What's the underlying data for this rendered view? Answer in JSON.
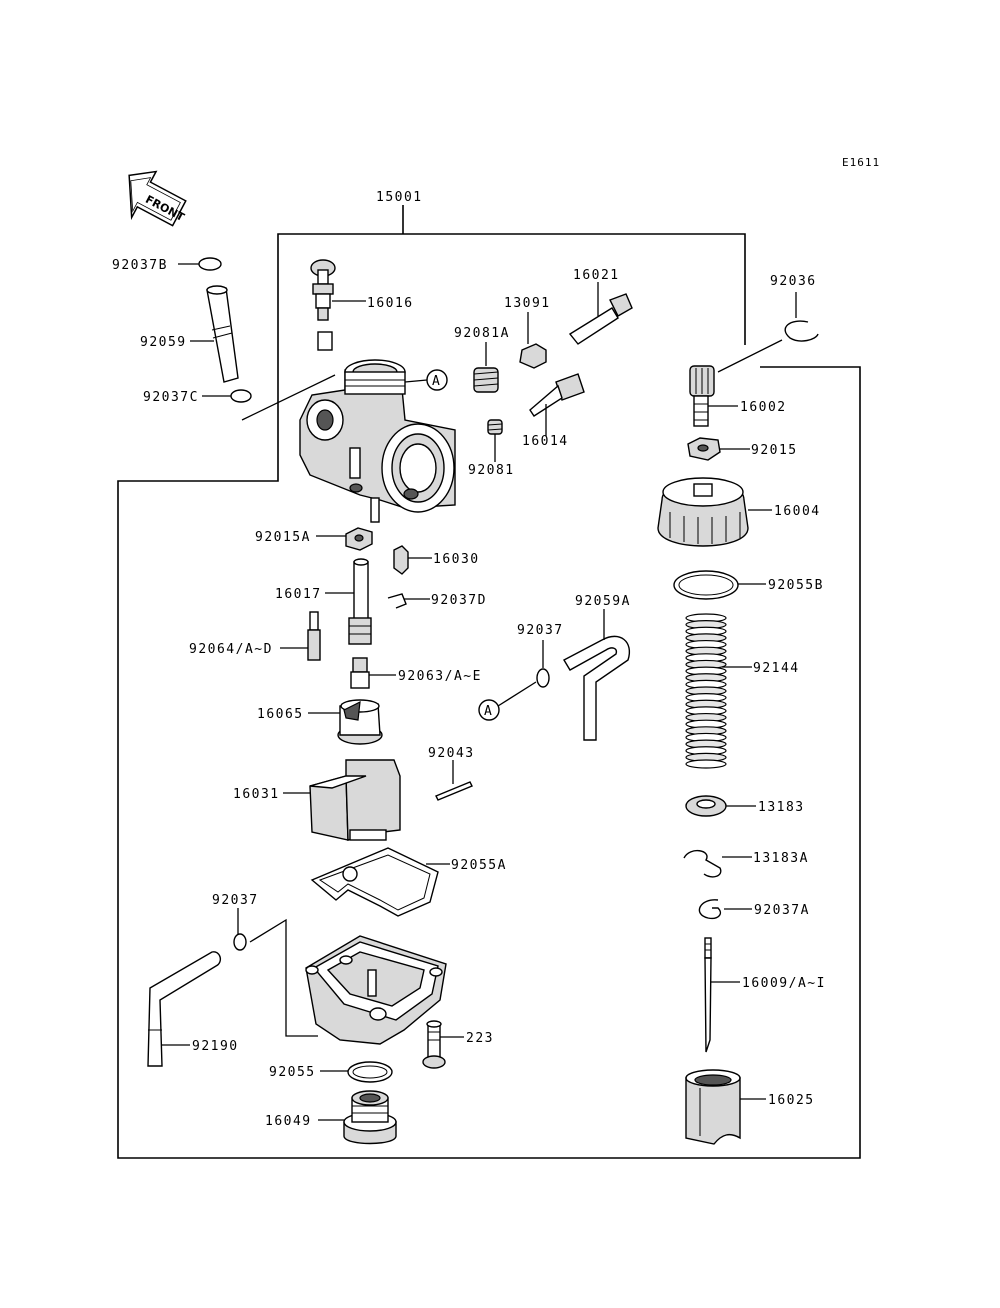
{
  "diagram": {
    "code": "E1611",
    "front_label": "FRONT",
    "assembly": "15001",
    "ref_marker": "A",
    "parts": {
      "p92037B": "92037B",
      "p92059": "92059",
      "p92037C": "92037C",
      "p16016": "16016",
      "p92081A": "92081A",
      "p13091": "13091",
      "p16021": "16021",
      "p92036": "92036",
      "p16002": "16002",
      "p16014": "16014",
      "p92081": "92081",
      "p92015": "92015",
      "p16004": "16004",
      "p92015A": "92015A",
      "p16030": "16030",
      "p16017": "16017",
      "p92037D": "92037D",
      "p92059A": "92059A",
      "p92055B": "92055B",
      "p92037": "92037",
      "p92064": "92064/A~D",
      "p92063": "92063/A~E",
      "p92144": "92144",
      "p16065": "16065",
      "p92043": "92043",
      "p16031": "16031",
      "p13183": "13183",
      "p92055A": "92055A",
      "p13183A": "13183A",
      "p92037b2": "92037",
      "p92037A": "92037A",
      "p16009": "16009/A~I",
      "p223": "223",
      "p92190": "92190",
      "p92055": "92055",
      "p16025": "16025",
      "p16049": "16049"
    }
  }
}
